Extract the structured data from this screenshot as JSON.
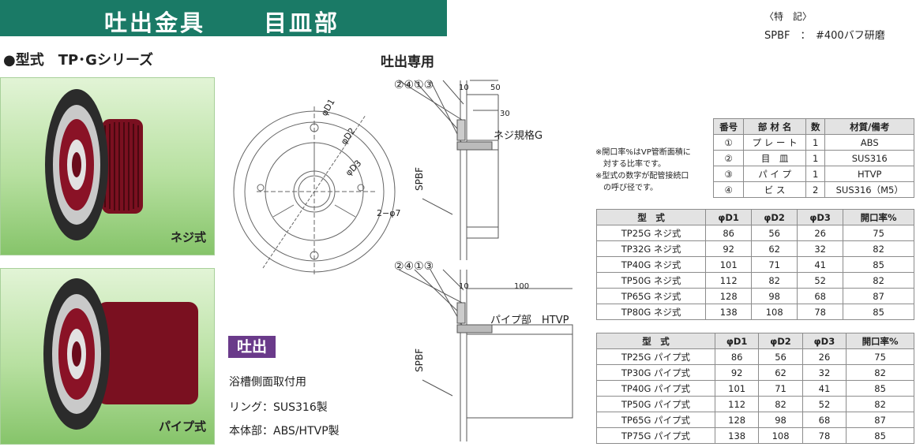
{
  "header": {
    "title_left": "吐出金具",
    "title_right": "目皿部"
  },
  "notes": {
    "heading": "〈特　記〉",
    "item": "SPBF　：　#400バフ研磨"
  },
  "model_title": "●型式　TP･Gシリーズ",
  "usage_title": "吐出専用",
  "photos": {
    "screw_caption": "ネジ式",
    "pipe_caption": "パイプ式"
  },
  "front_view": {
    "d1": "φD1",
    "d2": "φD2",
    "d3": "φD3",
    "holes": "2−φ7"
  },
  "side_top": {
    "parts": "②④①③",
    "dim_a": "10",
    "dim_b": "50",
    "dim_c": "30",
    "label": "ネジ規格G",
    "spbf": "SPBF"
  },
  "side_bottom": {
    "parts": "②④①③",
    "dim_a": "10",
    "dim_b": "100",
    "label": "パイプ部　HTVP",
    "spbf": "SPBF"
  },
  "side_notes": [
    "※開口率%はVP管断面積に",
    "　対する比率です。",
    "※型式の数字が配管接続口",
    "　の呼び径です。"
  ],
  "tag": "吐出",
  "desc": {
    "line1": "浴槽側面取付用",
    "line2": "リング：SUS316製",
    "line3": "本体部：ABS/HTVP製"
  },
  "parts_table": {
    "headers": [
      "番号",
      "部 材 名",
      "数",
      "材質/備考"
    ],
    "rows": [
      [
        "①",
        "プ レ ー ト",
        "1",
        "ABS"
      ],
      [
        "②",
        "目　皿",
        "1",
        "SUS316"
      ],
      [
        "③",
        "パ イ プ",
        "1",
        "HTVP"
      ],
      [
        "④",
        "ビ ス",
        "2",
        "SUS316（M5）"
      ]
    ]
  },
  "screw_table": {
    "headers": [
      "型　式",
      "φD1",
      "φD2",
      "φD3",
      "開口率%"
    ],
    "rows": [
      [
        "TP25G ネジ式",
        "86",
        "56",
        "26",
        "75"
      ],
      [
        "TP32G ネジ式",
        "92",
        "62",
        "32",
        "82"
      ],
      [
        "TP40G ネジ式",
        "101",
        "71",
        "41",
        "85"
      ],
      [
        "TP50G ネジ式",
        "112",
        "82",
        "52",
        "82"
      ],
      [
        "TP65G ネジ式",
        "128",
        "98",
        "68",
        "87"
      ],
      [
        "TP80G ネジ式",
        "138",
        "108",
        "78",
        "85"
      ]
    ]
  },
  "pipe_table": {
    "headers": [
      "型　式",
      "φD1",
      "φD2",
      "φD3",
      "開口率%"
    ],
    "rows": [
      [
        "TP25G パイプ式",
        "86",
        "56",
        "26",
        "75"
      ],
      [
        "TP30G パイプ式",
        "92",
        "62",
        "32",
        "82"
      ],
      [
        "TP40G パイプ式",
        "101",
        "71",
        "41",
        "85"
      ],
      [
        "TP50G パイプ式",
        "112",
        "82",
        "52",
        "82"
      ],
      [
        "TP65G パイプ式",
        "128",
        "98",
        "68",
        "87"
      ],
      [
        "TP75G パイプ式",
        "138",
        "108",
        "78",
        "85"
      ]
    ]
  },
  "colors": {
    "banner": "#1a7a66",
    "tag": "#6a3a8a",
    "body": "#7a1020"
  }
}
